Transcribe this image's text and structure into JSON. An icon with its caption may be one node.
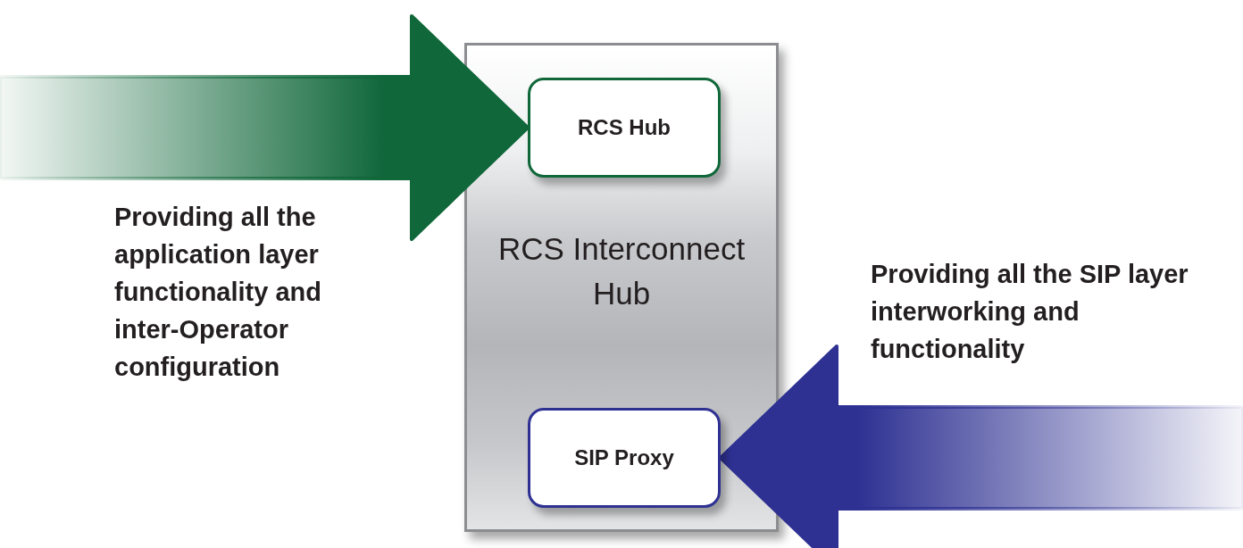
{
  "diagram": {
    "nodes": [
      {
        "text": [
          "RCS Interconnect Hub"
        ]
      },
      {
        "text": [
          "RCS Hub"
        ],
        "in": 0
      },
      {
        "text": [
          "SIP Proxy"
        ],
        "in": 0
      }
    ],
    "edges": [
      {
        "from": null,
        "to": 1,
        "arrow": "to",
        "style": "thick",
        "color": "#10673a"
      },
      {
        "from": null,
        "to": 2,
        "arrow": "to",
        "style": "thick",
        "color": "#2e3192"
      }
    ],
    "labels": [
      "Providing all the application layer functionality and inter-Operator configuration",
      "Providing all the SIP layer interworking and functionality"
    ]
  }
}
